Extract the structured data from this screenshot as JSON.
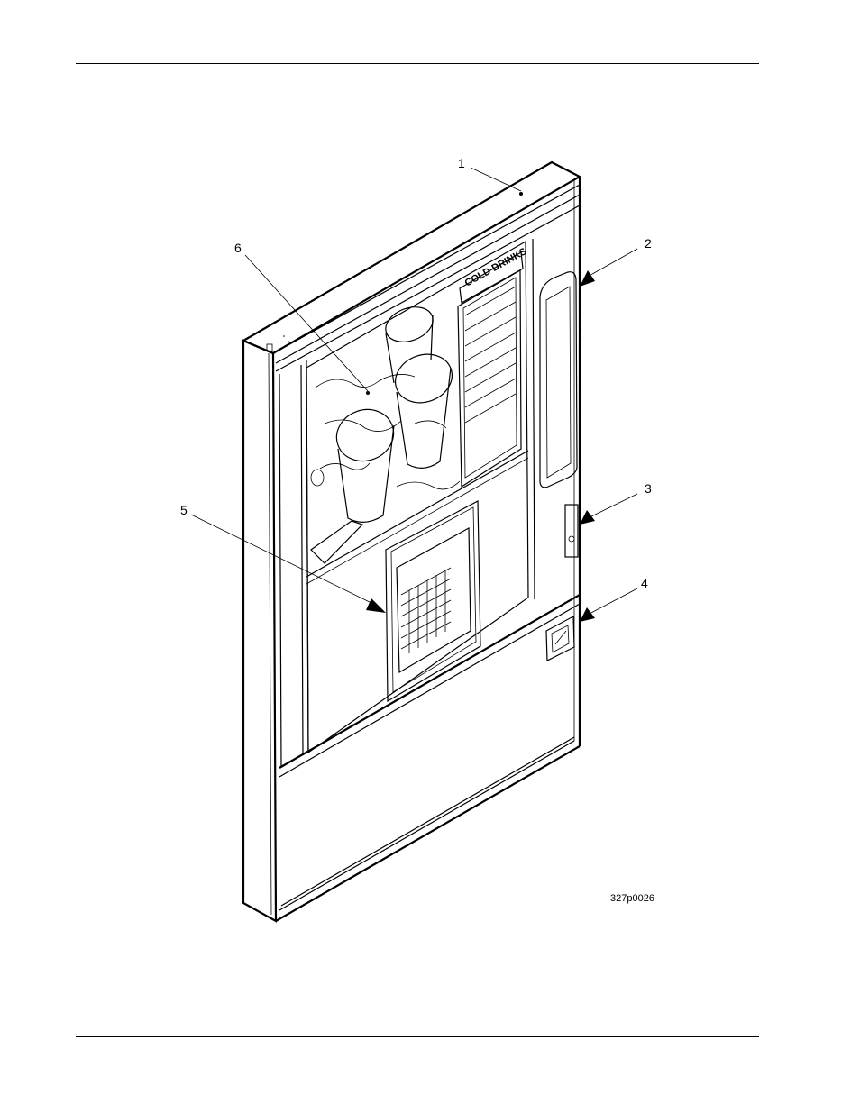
{
  "figure": {
    "callouts": [
      {
        "id": "callout-1",
        "label": "1"
      },
      {
        "id": "callout-2",
        "label": "2"
      },
      {
        "id": "callout-3",
        "label": "3"
      },
      {
        "id": "callout-4",
        "label": "4"
      },
      {
        "id": "callout-5",
        "label": "5"
      },
      {
        "id": "callout-6",
        "label": "6"
      }
    ],
    "sign_text": "COLD DRINKS",
    "figure_id": "327p0026"
  }
}
